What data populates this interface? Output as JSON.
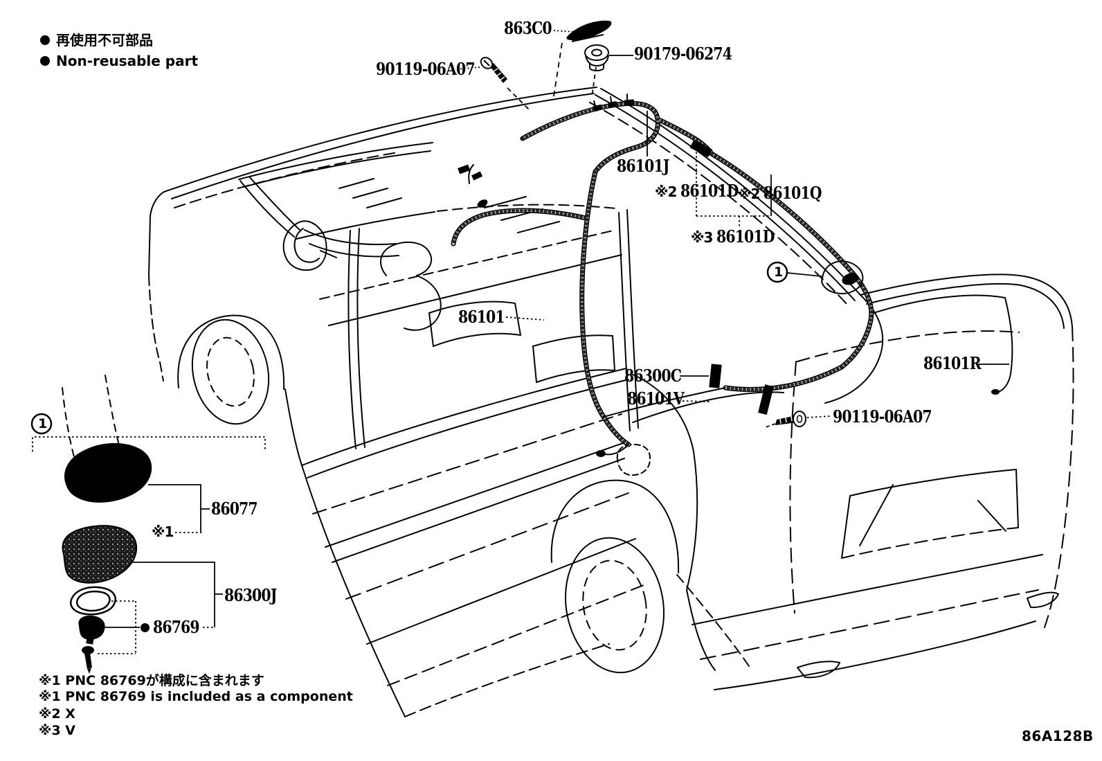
{
  "legend": {
    "jp": "再使用不可部品",
    "en": "Non-reusable part"
  },
  "callouts": {
    "c863C0": "863C0",
    "c90179": "90179-06274",
    "c90119_top": "90119-06A07",
    "c86101J": "86101J",
    "n2a": "※2",
    "c86101D_a": "86101D",
    "n2b": "※2",
    "c86101Q": "86101Q",
    "n3": "※3",
    "c86101D_b": "86101D",
    "c86101": "86101",
    "c86300C": "86300C",
    "c86101V": "86101V",
    "c86101R": "86101R",
    "c90119_right": "90119-06A07",
    "c86077": "86077",
    "n1": "※1",
    "c86300J": "86300J",
    "c86769": "86769",
    "balloon": "1"
  },
  "notes": {
    "l1": "※1 PNC 86769が構成に含まれます",
    "l2": "※1 PNC 86769 is included as a component",
    "l3": "※2 X",
    "l4": "※3 V"
  },
  "doc_code": "86A128B",
  "colors": {
    "line": "#000000",
    "background": "#ffffff"
  }
}
